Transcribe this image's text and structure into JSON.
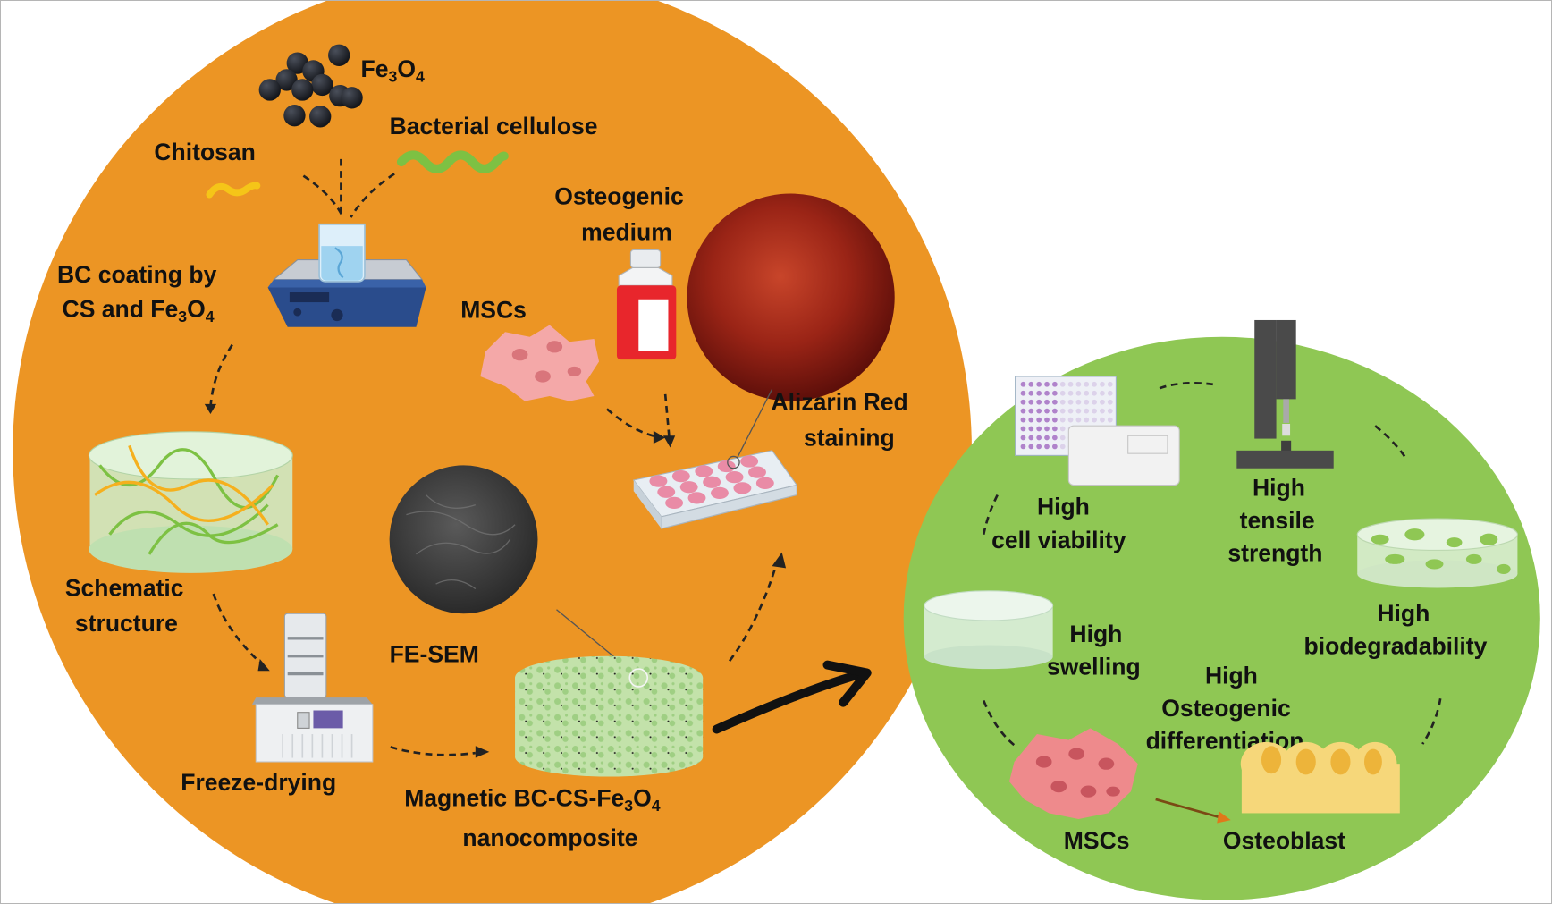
{
  "colors": {
    "orange_panel": "#EC9524",
    "green_panel": "#8FC754",
    "background": "#FFFFFF",
    "text": "#111111",
    "chitosan_strand": "#F5C518",
    "bc_strand": "#7DC143",
    "alizarin_red": "#8E1A10",
    "sem_gray": "#3A3A3A",
    "msc_pink": "#F08A8E",
    "osteoblast_yellow": "#F6D77A",
    "scaffold_green": "#BFE0A5"
  },
  "synthesis_panel": {
    "fe3o4": {
      "base": "Fe",
      "sub1": "3",
      "mid": "O",
      "sub2": "4"
    },
    "chitosan": "Chitosan",
    "bacterial_cellulose": "Bacterial  cellulose",
    "bc_coating_line1": "BC coating by",
    "bc_coating_line2": {
      "base": "CS and Fe",
      "sub1": "3",
      "mid": "O",
      "sub2": "4"
    },
    "schematic_line1": "Schematic",
    "schematic_line2": "structure",
    "freeze_drying": "Freeze-drying",
    "fe_sem": "FE-SEM",
    "product_line1": {
      "base": "Magnetic  BC-CS-Fe",
      "sub1": "3",
      "mid": "O",
      "sub2": "4"
    },
    "product_line2": "nanocomposite",
    "mscs": "MSCs",
    "osteogenic_line1": "Osteogenic",
    "osteogenic_line2": "medium",
    "alizarin_line1": "Alizarin  Red",
    "alizarin_line2": "staining"
  },
  "properties_panel": {
    "cell_viability": [
      "High",
      "cell viability"
    ],
    "tensile": [
      "High",
      "tensile",
      "strength"
    ],
    "biodegradability": [
      "High",
      "biodegradability"
    ],
    "swelling": [
      "High",
      "swelling"
    ],
    "osteogenic": [
      "High",
      "Osteogenic",
      "differentiation"
    ],
    "mscs": "MSCs",
    "osteoblast": "Osteoblast"
  }
}
